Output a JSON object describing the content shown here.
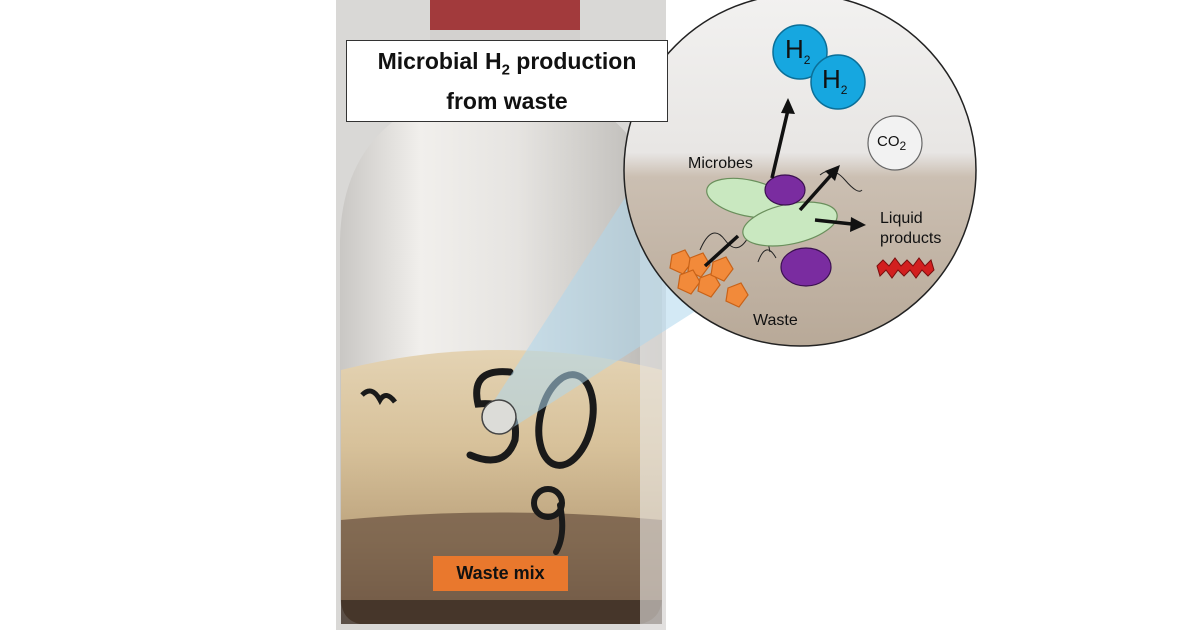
{
  "title": {
    "line1_prefix": "Microbial H",
    "line1_sub": "2",
    "line1_suffix": " production",
    "line2": "from waste"
  },
  "bottle_label": "Waste mix",
  "handwriting": {
    "number": "50",
    "sub": "9"
  },
  "inset": {
    "h2_top": {
      "main": "H",
      "sub": "2"
    },
    "h2_bottom": {
      "main": "H",
      "sub": "2"
    },
    "co2": {
      "main": "CO",
      "sub": "2"
    },
    "microbes_label": "Microbes",
    "liquid_label_line1": "Liquid",
    "liquid_label_line2": "products",
    "waste_label": "Waste"
  },
  "colors": {
    "h2_blue": "#16a7e0",
    "microbe_green": "#c9e8c0",
    "microbe_purple": "#7a2ca0",
    "waste_orange": "#f28a3a",
    "liquid_red": "#d21f1f",
    "label_orange": "#e9782d"
  }
}
